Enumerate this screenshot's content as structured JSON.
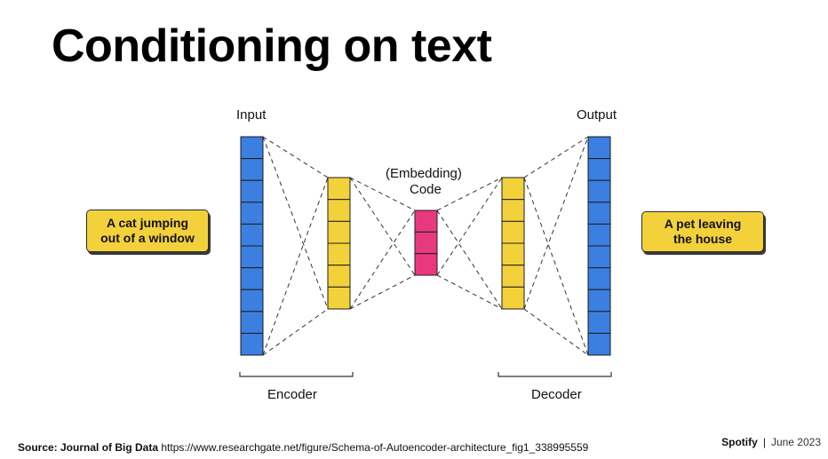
{
  "slide": {
    "title": "Conditioning on text"
  },
  "diagram": {
    "input_label": "Input",
    "output_label": "Output",
    "code_label_line1": "(Embedding)",
    "code_label_line2": "Code",
    "encoder_label": "Encoder",
    "decoder_label": "Decoder",
    "input_text": "A cat jumping\nout of a window",
    "output_text": "A pet leaving\nthe house",
    "layers": [
      {
        "name": "input",
        "units": 10,
        "color": "#3b7fe0"
      },
      {
        "name": "encoder-hidden",
        "units": 6,
        "color": "#f3d13a"
      },
      {
        "name": "code",
        "units": 3,
        "color": "#e9397e"
      },
      {
        "name": "decoder-hidden",
        "units": 6,
        "color": "#f3d13a"
      },
      {
        "name": "output",
        "units": 10,
        "color": "#3b7fe0"
      }
    ]
  },
  "footer": {
    "source_label": "Source: Journal of Big Data",
    "source_url": "https://www.researchgate.net/figure/Schema-of-Autoencoder-architecture_fig1_338995559",
    "brand": "Spotify",
    "separator": "|",
    "date": "June 2023"
  }
}
